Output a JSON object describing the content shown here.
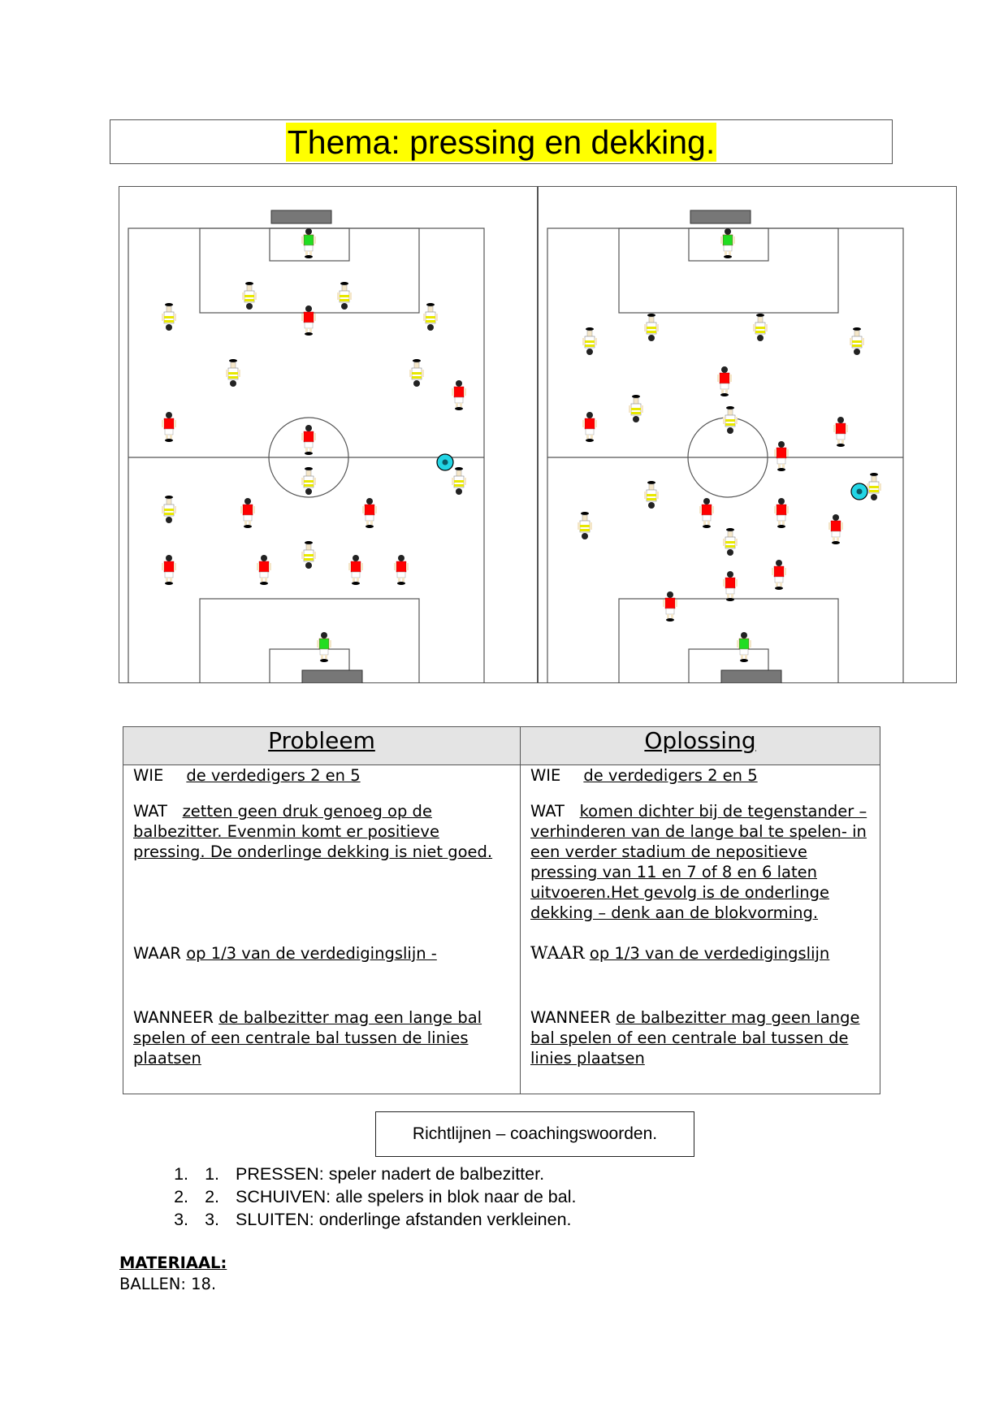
{
  "title": "Thema: pressing en dekking.",
  "table": {
    "problem": {
      "header": "Probleem",
      "wie_label": "WIE",
      "wie": "de verdedigers 2 en 5",
      "wat_label": "WAT",
      "wat": "zetten geen druk genoeg op de balbezitter. Evenmin komt er positieve pressing. De onderlinge dekking is niet goed.",
      "waar_label": "WAAR",
      "waar": "op 1/3 van de verdedigingslijn -",
      "wanneer_label": "WANNEER",
      "wanneer": "de balbezitter mag een lange bal spelen of een centrale bal tussen de linies plaatsen"
    },
    "solution": {
      "header": "Oplossing",
      "wie_label": "WIE",
      "wie": "de verdedigers 2 en 5",
      "wat_label": "WAT",
      "wat": "komen dichter bij de tegenstander – verhinderen van de lange bal te spelen- in een verder stadium de nepositieve pressing van 11 en 7 of 8 en 6 laten uitvoeren.Het gevolg is de onderlinge dekking – denk aan de blokvorming.",
      "waar_label": "WAAR",
      "waar": "op 1/3 van de verdedigingslijn",
      "wanneer_label": "WANNEER",
      "wanneer": "de balbezitter mag geen lange bal spelen of een centrale bal tussen de linies plaatsen"
    }
  },
  "guidelines": {
    "title": "Richtlijnen – coachingswoorden.",
    "items": [
      {
        "outer": "1.",
        "inner": "1.",
        "text": "PRESSEN: speler nadert de balbezitter."
      },
      {
        "outer": "2.",
        "inner": "2.",
        "text": "SCHUIVEN: alle spelers in blok naar de bal."
      },
      {
        "outer": "3.",
        "inner": "3.",
        "text": "SLUITEN: onderlinge afstanden verkleinen."
      }
    ]
  },
  "material": {
    "heading": "MATERIAAL:",
    "line": "BALLEN: 18."
  },
  "colors": {
    "title_highlight": "#ffff00",
    "red_team": "#ff0000",
    "keeper": "#22dd22",
    "yellow_team_stripe": "#e8e800",
    "ball": "#22d5e5",
    "goal": "#777777"
  }
}
